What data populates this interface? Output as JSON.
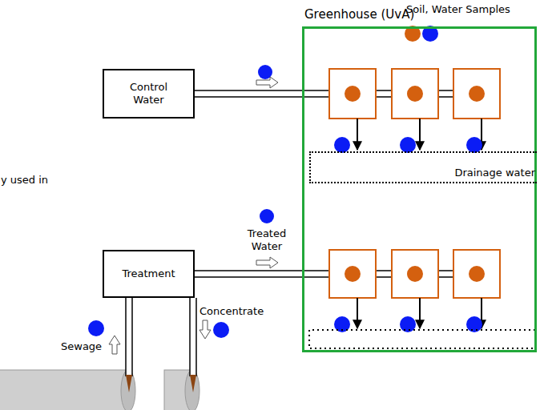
{
  "diagram": {
    "nodes": [
      {
        "text": [
          "Greenhouse (UvA)"
        ]
      },
      {
        "text": [
          "Control Water"
        ]
      },
      {
        "text": [
          "Drainage water"
        ],
        "in": 0
      },
      {
        "text": [
          "Treatment"
        ]
      }
    ],
    "edges": [
      {
        "from": 1,
        "to": 0,
        "arrow": "none"
      },
      {
        "from": 3,
        "to": 0,
        "label": "Treated Water",
        "arrow": "none"
      }
    ],
    "labels": [
      "Soil, Water Samples",
      "y used in",
      "Concentrate",
      "Sewage"
    ]
  }
}
